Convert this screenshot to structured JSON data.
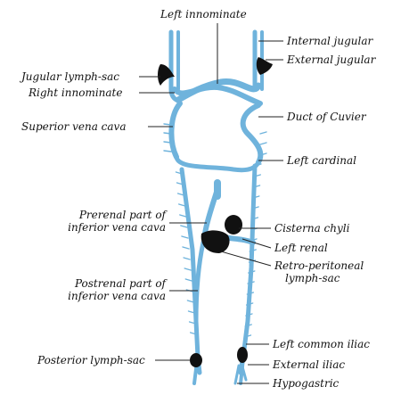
{
  "colors": {
    "vein": "#6fb3dc",
    "lymph": "#111111",
    "leader": "#222222",
    "text": "#111111"
  },
  "labels": {
    "left_innominate": "Left innominate",
    "internal_jugular": "Internal jugular",
    "external_jugular": "External jugular",
    "jugular_lymph_sac": "Jugular lymph-sac",
    "right_innominate": "Right innominate",
    "superior_vena_cava": "Superior vena cava",
    "duct_of_cuvier": "Duct of Cuvier",
    "left_cardinal": "Left cardinal",
    "prerenal_line1": "Prerenal part of",
    "prerenal_line2": "inferior vena cava",
    "cisterna_chyli": "Cisterna chyli",
    "left_renal": "Left renal",
    "retroperitoneal_line1": "Retro-peritoneal",
    "retroperitoneal_line2": "lymph-sac",
    "postrenal_line1": "Postrenal part of",
    "postrenal_line2": "inferior vena cava",
    "left_common_iliac": "Left common iliac",
    "posterior_lymph_sac": "Posterior lymph-sac",
    "external_iliac": "External iliac",
    "hypogastric": "Hypogastric"
  }
}
